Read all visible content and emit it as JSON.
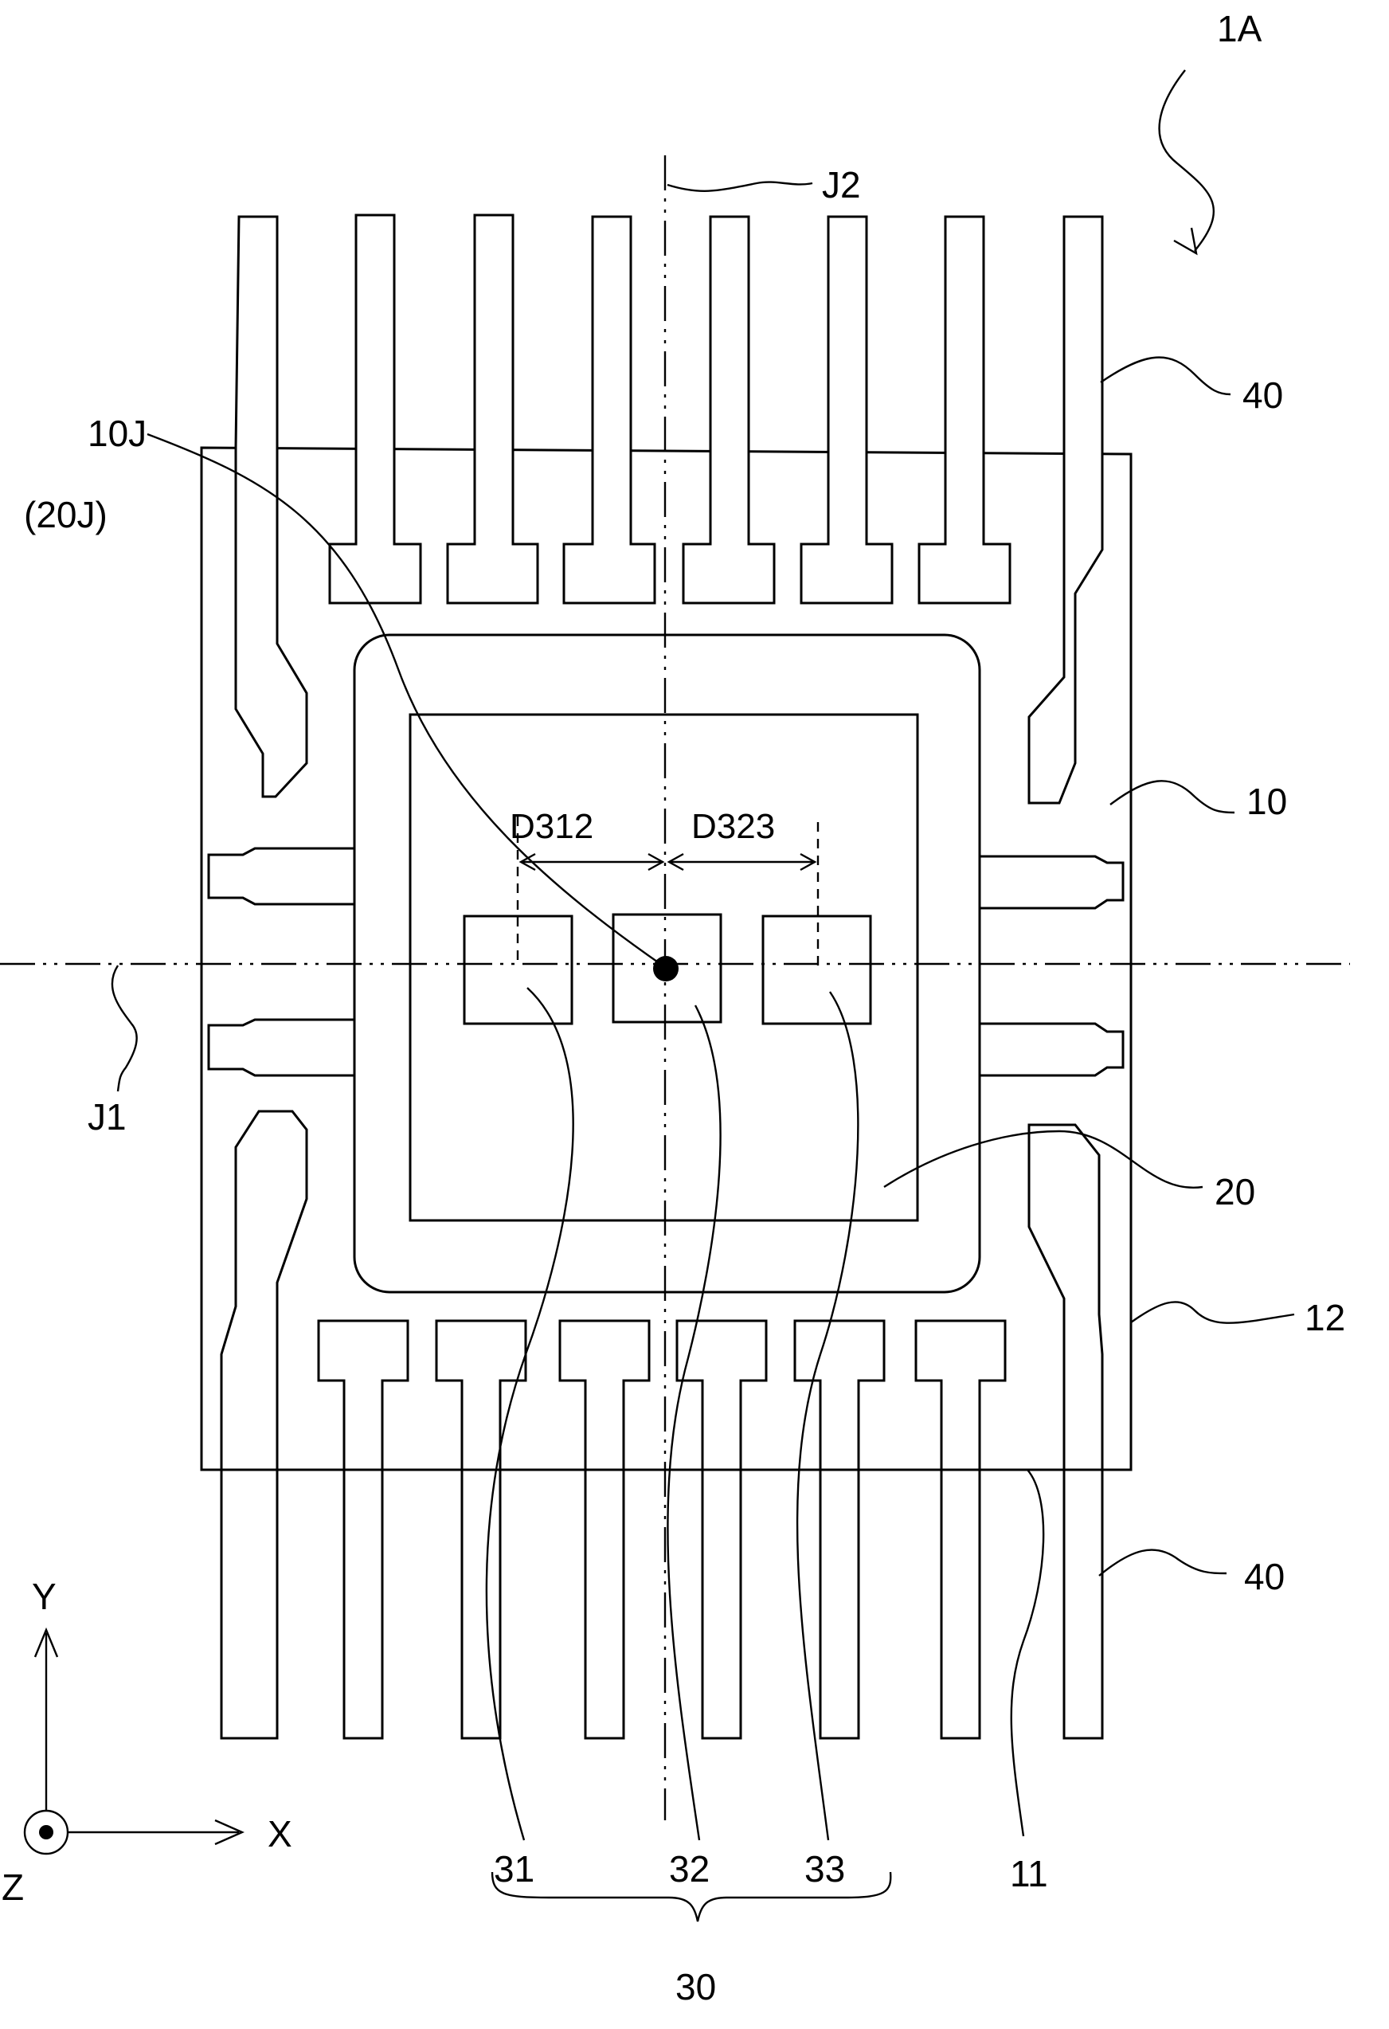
{
  "labels": {
    "figure_ref": "1A",
    "axis_j1": "J1",
    "axis_j2": "J2",
    "center_10j": "10J",
    "center_20j": "(20J)",
    "lead_top": "40",
    "lead_bottom": "40",
    "substrate": "10",
    "die": "20",
    "package": "12",
    "frame": "11",
    "dist_312": "D312",
    "dist_323": "D323",
    "elem_31": "31",
    "elem_32": "32",
    "elem_33": "33",
    "group_30": "30",
    "coord_y": "Y",
    "coord_x": "X",
    "coord_z": "Z"
  }
}
